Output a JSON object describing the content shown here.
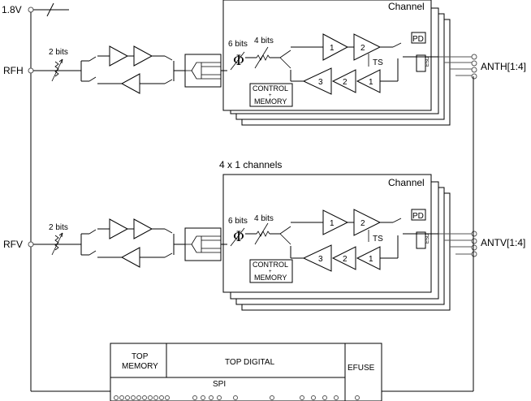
{
  "supply": {
    "label": "1.8V"
  },
  "top_chain": {
    "rf_port": "RFH",
    "attenuator_bits": "2 bits",
    "phase_bits": "6 bits",
    "gain_bits": "4 bits",
    "channel_label": "Channel",
    "control_line1": "CONTROL",
    "control_plus": "+",
    "control_line2": "MEMORY",
    "amp_tx": [
      "1",
      "2"
    ],
    "amp_rx": [
      "3",
      "2",
      "1"
    ],
    "ts_label": "TS",
    "pd_label": "PD",
    "esd_label": "ESD",
    "antenna_label": "ANTH[1:4]"
  },
  "bottom_chain": {
    "group_label": "4 x 1 channels",
    "rf_port": "RFV",
    "attenuator_bits": "2 bits",
    "phase_bits": "6 bits",
    "gain_bits": "4 bits",
    "channel_label": "Channel",
    "control_line1": "CONTROL",
    "control_plus": "+",
    "control_line2": "MEMORY",
    "amp_tx": [
      "1",
      "2"
    ],
    "amp_rx": [
      "3",
      "2",
      "1"
    ],
    "ts_label": "TS",
    "pd_label": "PD",
    "esd_label": "ESD",
    "antenna_label": "ANTV[1:4]"
  },
  "digital": {
    "top_memory_line1": "TOP",
    "top_memory_line2": "MEMORY",
    "top_digital": "TOP DIGITAL",
    "efuse": "EFUSE",
    "spi": "SPI"
  },
  "icons": [
    "variable-attenuator-icon",
    "phase-shifter-icon",
    "amplifier-icon",
    "switch-icon",
    "port-circle-icon"
  ]
}
